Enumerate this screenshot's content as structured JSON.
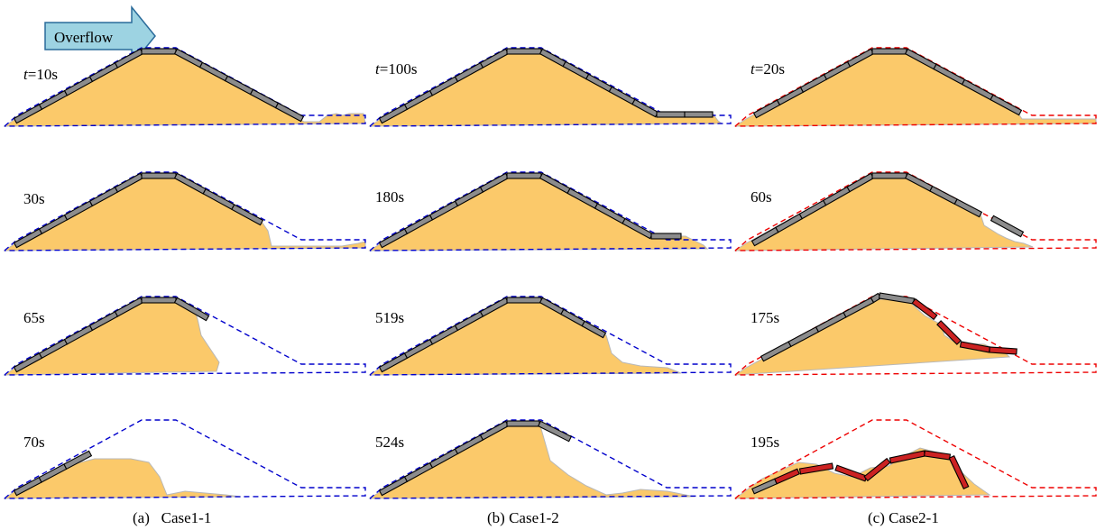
{
  "overflow_label": "Overflow",
  "columns": [
    {
      "caption": "(a)   Case1-1",
      "outline_color": "#0000cc",
      "panels": [
        {
          "time_prefix": "t",
          "time_value": "=10s"
        },
        {
          "time_prefix": "",
          "time_value": "30s"
        },
        {
          "time_prefix": "",
          "time_value": "65s"
        },
        {
          "time_prefix": "",
          "time_value": "70s"
        }
      ]
    },
    {
      "caption": "(b) Case1-2",
      "outline_color": "#0000cc",
      "panels": [
        {
          "time_prefix": "t",
          "time_value": "=100s"
        },
        {
          "time_prefix": "",
          "time_value": "180s"
        },
        {
          "time_prefix": "",
          "time_value": "519s"
        },
        {
          "time_prefix": "",
          "time_value": "524s"
        }
      ]
    },
    {
      "caption": "(c) Case2-1",
      "outline_color": "#ee0000",
      "panels": [
        {
          "time_prefix": "t",
          "time_value": "=20s"
        },
        {
          "time_prefix": "",
          "time_value": "60s"
        },
        {
          "time_prefix": "",
          "time_value": "175s"
        },
        {
          "time_prefix": "",
          "time_value": "195s"
        }
      ]
    }
  ],
  "colors": {
    "soil": "#fbc96a",
    "soil_edge": "#b8b8b8",
    "block_fill": "#8c8c8c",
    "block_stroke": "#000000",
    "block_damaged": "#cc2222",
    "arrow_fill": "#9dd3e2",
    "arrow_stroke": "#2a6b9a"
  }
}
